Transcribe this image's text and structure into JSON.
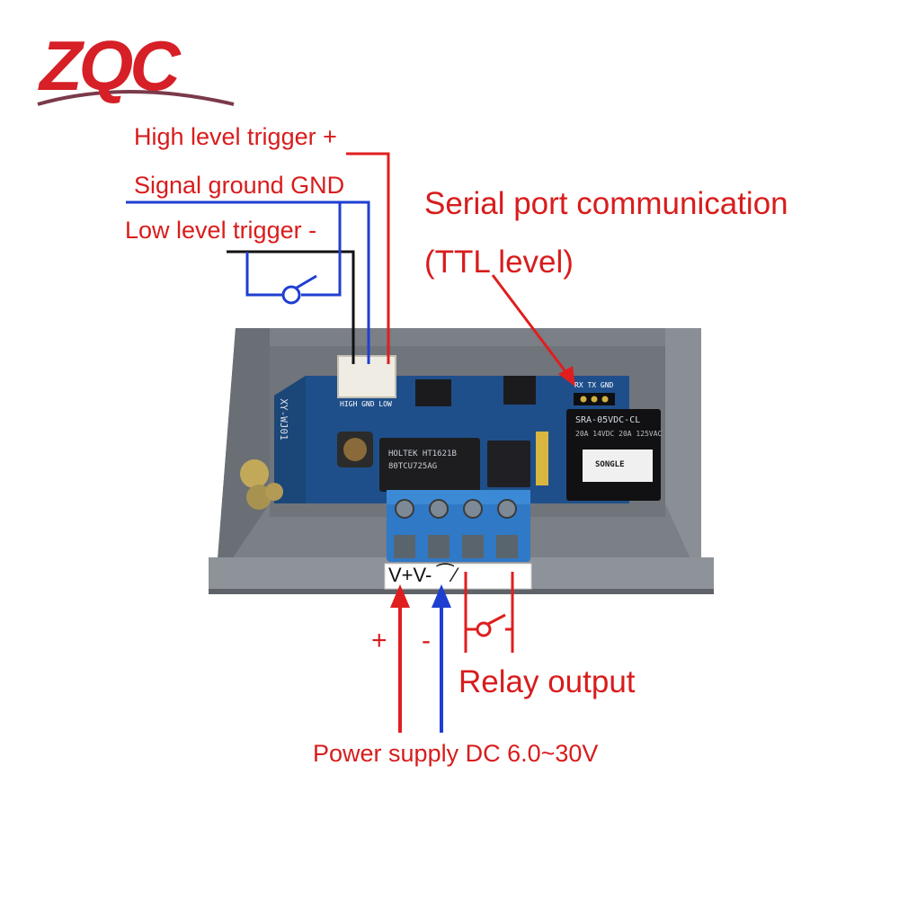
{
  "logo": {
    "text": "ZQC",
    "color": "#d61f26"
  },
  "labels": {
    "high_trigger": "High level trigger +",
    "signal_ground": "Signal ground GND",
    "low_trigger": "Low level trigger  -",
    "serial_port": "Serial port communication",
    "ttl_level": "(TTL level)",
    "plus": "+",
    "minus": "-",
    "relay_output": "Relay output",
    "power_supply": "Power supply DC 6.0~30V"
  },
  "board": {
    "model": "XY-WJ01",
    "input_pins": "HIGH GND LOW",
    "serial_pins": "RX TX GND",
    "chip_main": "HOLTEK HT1621B",
    "chip_code": "80TCU725AG",
    "relay_model": "SRA-05VDC-CL",
    "relay_rating": "20A 14VDC 20A 125VAC",
    "relay_brand": "SONGLE",
    "terminal_strip": "V+V-  ⁀⁄"
  },
  "colors": {
    "label_red": "#d81c1c",
    "wire_red": "#e01e1e",
    "wire_blue": "#1f3fd1",
    "wire_black": "#111111",
    "housing": "#7b7f86",
    "pcb": "#1f4f8a",
    "terminal": "#2f79c6"
  }
}
